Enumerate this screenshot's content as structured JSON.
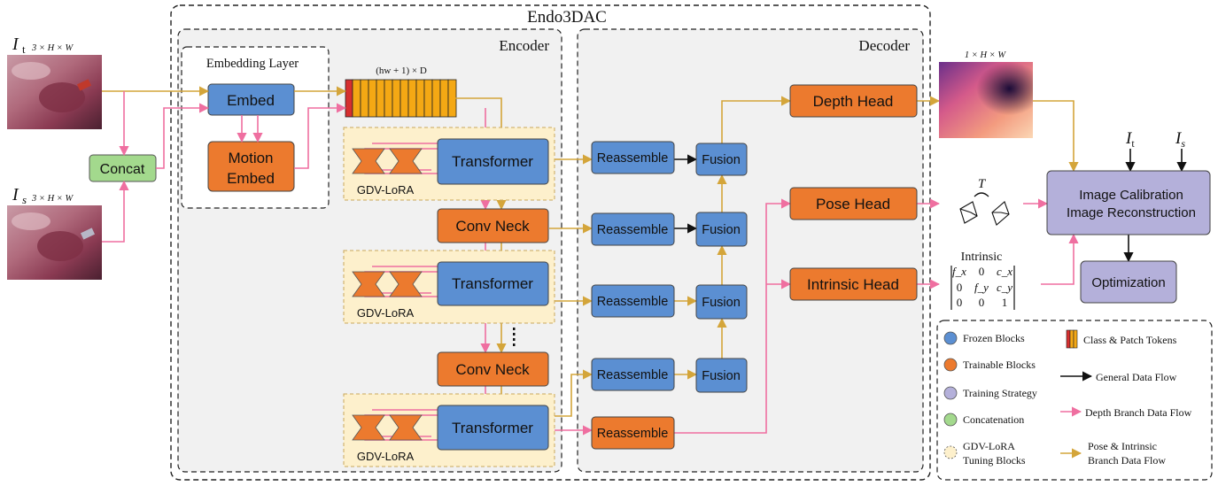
{
  "title": "Endo3DAC",
  "encoder": {
    "label": "Encoder",
    "embedding_layer": "Embedding Layer",
    "embed": "Embed",
    "motion_embed": [
      "Motion",
      "Embed"
    ],
    "token_dims": "(hw + 1) × D",
    "transformer": "Transformer",
    "gdv_lora": "GDV-LoRA",
    "conv_neck": "Conv Neck"
  },
  "inputs": {
    "it_label": "I",
    "it_sub": "t",
    "it_dims": "3 × H × W",
    "is_label": "I",
    "is_sub": "s",
    "is_dims": "3 × H × W",
    "concat": "Concat"
  },
  "decoder": {
    "label": "Decoder",
    "reassemble": "Reassemble",
    "fusion": "Fusion"
  },
  "heads": {
    "depth": "Depth Head",
    "pose": "Pose Head",
    "intrinsic": "Intrinsic Head"
  },
  "outputs": {
    "depth_dims": "1 × H × W",
    "pose_symbol": "T",
    "intrinsic_label": "Intrinsic",
    "matrix": [
      [
        "f_x",
        "0",
        "c_x"
      ],
      [
        "0",
        "f_y",
        "c_y"
      ],
      [
        "0",
        "0",
        "1"
      ]
    ],
    "calibration": [
      "Image Calibration",
      "Image Reconstruction"
    ],
    "calib_inputs": [
      "It",
      "Is"
    ],
    "optimization": "Optimization"
  },
  "legend": {
    "frozen": "Frozen Blocks",
    "trainable": "Trainable Blocks",
    "training": "Training Strategy",
    "concatenation": "Concatenation",
    "gdv": [
      "GDV-LoRA",
      "Tuning Blocks"
    ],
    "tokens": "Class & Patch Tokens",
    "general": "General Data Flow",
    "depth_flow": "Depth Branch Data Flow",
    "pose_flow": [
      "Pose & Intrinsic",
      "Branch Data Flow"
    ]
  },
  "colors": {
    "frozen": "#5b8fd2",
    "trainable": "#ec7a2e",
    "training": "#b4b0da",
    "concat": "#a3d98d",
    "gdv_bg": "#fdf0cc",
    "pink": "#ef6fa0",
    "gold": "#d4a53a",
    "black": "#111111"
  }
}
